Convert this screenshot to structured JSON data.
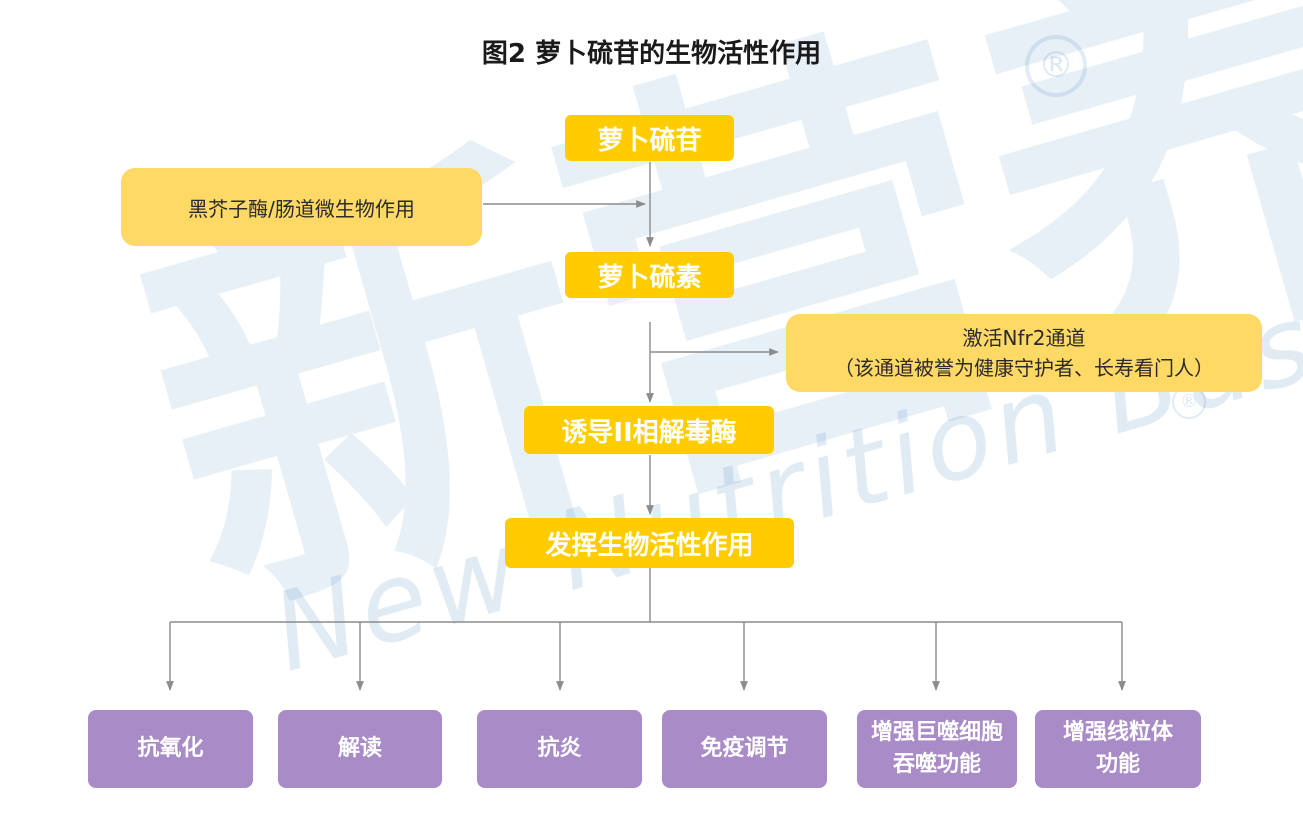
{
  "title": "图2 萝卜硫苷的生物活性作用",
  "watermark": {
    "chinese": "新营养",
    "english": "New Nutrition Business",
    "registered_mark": "®"
  },
  "flow": {
    "step1": "萝卜硫苷",
    "side_input": "黑芥子酶/肠道微生物作用",
    "step2": "萝卜硫素",
    "side_output_line1": "激活Nfr2通道",
    "side_output_line2": "（该通道被誉为健康守护者、长寿看门人）",
    "step3": "诱导II相解毒酶",
    "step4": "发挥生物活性作用"
  },
  "effects": [
    {
      "line1": "抗氧化",
      "line2": ""
    },
    {
      "line1": "解读",
      "line2": ""
    },
    {
      "line1": "抗炎",
      "line2": ""
    },
    {
      "line1": "免疫调节",
      "line2": ""
    },
    {
      "line1": "增强巨噬细胞",
      "line2": "吞噬功能"
    },
    {
      "line1": "增强线粒体",
      "line2": "功能"
    }
  ],
  "colors": {
    "yellow_box": "#ffcc00",
    "note_box": "#ffd966",
    "purple_box": "#a98bc7",
    "connector": "#8c8c8c",
    "watermark": "#286eb4"
  }
}
